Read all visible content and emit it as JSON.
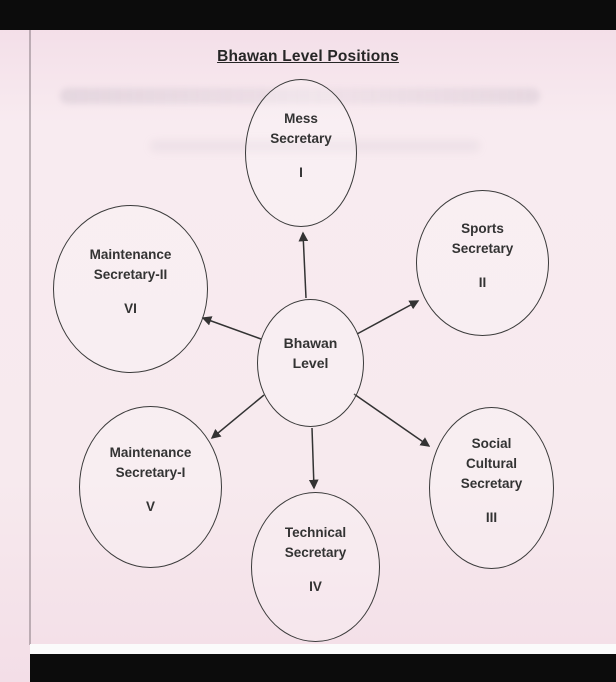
{
  "title": "Bhawan Level Positions",
  "colors": {
    "ink": "#333333",
    "paper": "#f5e1ea",
    "scan_border": "#0c0c0c"
  },
  "center": {
    "lines": [
      "Bhawan",
      "Level"
    ]
  },
  "nodes": [
    {
      "id": "mess-secretary",
      "lines": [
        "Mess",
        "Secretary"
      ],
      "numeral": "I"
    },
    {
      "id": "sports-secretary",
      "lines": [
        "Sports",
        "Secretary"
      ],
      "numeral": "II"
    },
    {
      "id": "social-cultural-secretary",
      "lines": [
        "Social",
        "Cultural",
        "Secretary"
      ],
      "numeral": "III"
    },
    {
      "id": "technical-secretary",
      "lines": [
        "Technical",
        "Secretary"
      ],
      "numeral": "IV"
    },
    {
      "id": "maintenance-secretary-1",
      "lines": [
        "Maintenance",
        "Secretary-I"
      ],
      "numeral": "V"
    },
    {
      "id": "maintenance-secretary-2",
      "lines": [
        "Maintenance",
        "Secretary-II"
      ],
      "numeral": "VI"
    }
  ]
}
